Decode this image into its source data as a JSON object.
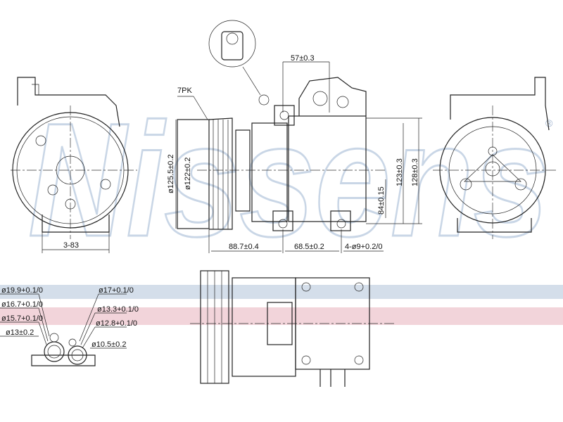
{
  "watermark": {
    "brand": "Nissens",
    "registered": "®",
    "band_colors": [
      "#d4deea",
      "#f2d4da"
    ]
  },
  "dimensions": {
    "top_width": "57±0.3",
    "belt": "7PK",
    "pulley_outer": "ø125.5±0.2",
    "pulley_inner": "ø122±0.2",
    "height_a": "123±0.3",
    "height_b": "128±0.3",
    "mount_height": "84±0.15",
    "length_a": "88.7±0.4",
    "length_b": "68.5±0.2",
    "holes": "4-ø9+0.2/0",
    "front_width": "3-83"
  },
  "port_dimensions": {
    "left": [
      "ø19.9+0.1/0",
      "ø16.7+0.1/0",
      "ø15.7+0.1/0",
      "ø13±0.2"
    ],
    "right": [
      "ø17+0.1/0",
      "ø13.3+0.1/0",
      "ø12.8+0.1/0",
      "ø10.5±0.2"
    ]
  }
}
